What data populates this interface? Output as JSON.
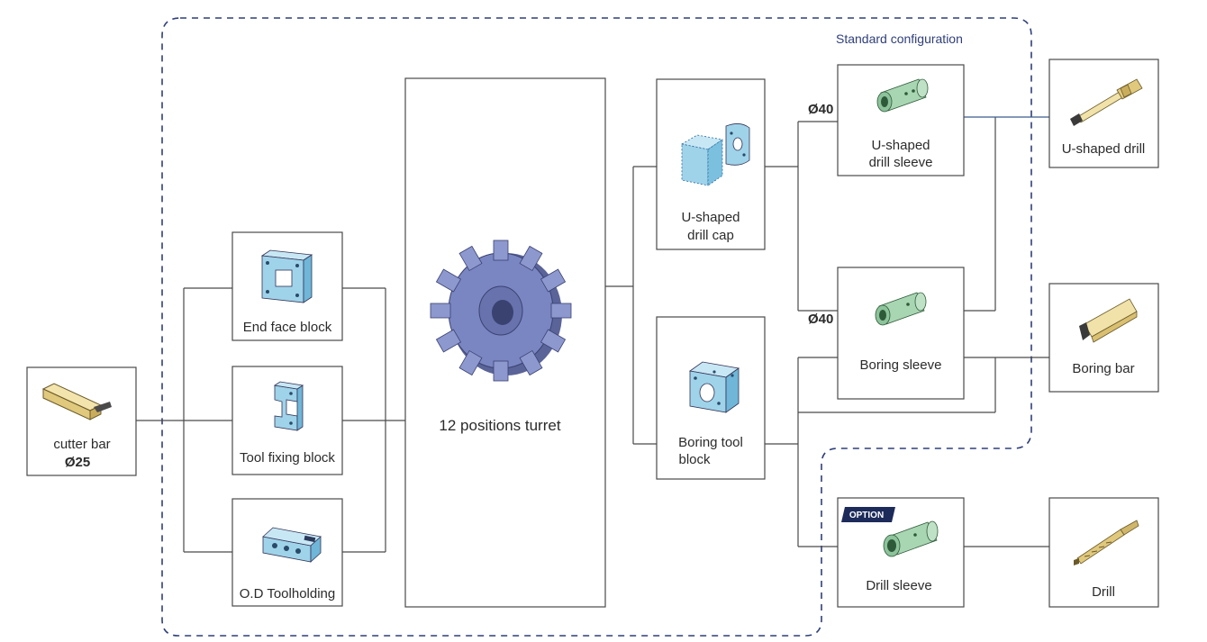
{
  "diagram": {
    "region_label": "Standard configuration",
    "option_badge": "OPTION",
    "colors": {
      "line": "#4a4a4a",
      "dashed_border": "#2f3f7a",
      "part_blue": "#9fd3ea",
      "part_green": "#a9d6b2",
      "part_gold": "#e9d79a",
      "turret_purple": "#7a86c2"
    },
    "nodes": {
      "cutter_bar": {
        "label": "cutter bar",
        "sub": "Ø25",
        "icon": "cutter-bar-icon"
      },
      "end_face_block": {
        "label": "End face block",
        "icon": "end-face-block-icon"
      },
      "tool_fixing_block": {
        "label": "Tool fixing block",
        "icon": "tool-fixing-block-icon"
      },
      "od_toolholding": {
        "label": "O.D Toolholding",
        "icon": "od-toolholding-icon"
      },
      "turret": {
        "label": "12 positions turret",
        "icon": "turret-icon"
      },
      "u_drill_cap": {
        "label1": "U-shaped",
        "label2": "drill cap",
        "icon": "u-drill-cap-icon"
      },
      "boring_tool_block": {
        "label1": "Boring tool",
        "label2": "block",
        "icon": "boring-tool-block-icon"
      },
      "u_drill_sleeve": {
        "label1": "U-shaped",
        "label2": "drill sleeve",
        "dia": "Ø40",
        "icon": "u-drill-sleeve-icon"
      },
      "boring_sleeve": {
        "label": "Boring  sleeve",
        "dia": "Ø40",
        "icon": "boring-sleeve-icon"
      },
      "drill_sleeve": {
        "label": "Drill sleeve",
        "icon": "drill-sleeve-icon"
      },
      "u_shaped_drill": {
        "label": "U-shaped drill",
        "icon": "u-shaped-drill-icon"
      },
      "boring_bar": {
        "label": "Boring bar",
        "icon": "boring-bar-icon"
      },
      "drill": {
        "label": "Drill",
        "icon": "drill-icon"
      }
    }
  }
}
